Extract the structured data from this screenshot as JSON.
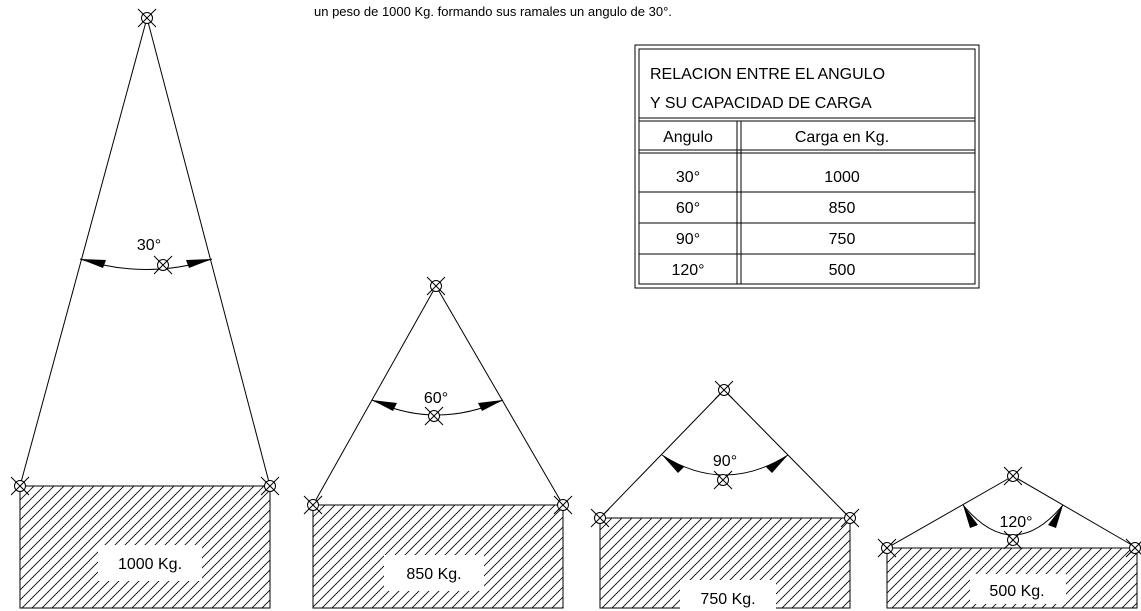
{
  "caption": "un peso de 1000 Kg. formando sus ramales un angulo de 30°.",
  "table": {
    "title_line1": "RELACION ENTRE EL ANGULO",
    "title_line2": "Y SU CAPACIDAD DE CARGA",
    "col_angle": "Angulo",
    "col_load": "Carga en Kg.",
    "rows": [
      {
        "angle": "30°",
        "load": "1000"
      },
      {
        "angle": "60°",
        "load": "850"
      },
      {
        "angle": "90°",
        "load": "750"
      },
      {
        "angle": "120°",
        "load": "500"
      }
    ]
  },
  "slings": [
    {
      "angle_label": "30°",
      "load_label": "1000 Kg."
    },
    {
      "angle_label": "60°",
      "load_label": "850 Kg."
    },
    {
      "angle_label": "90°",
      "load_label": "750 Kg."
    },
    {
      "angle_label": "120°",
      "load_label": "500 Kg."
    }
  ]
}
